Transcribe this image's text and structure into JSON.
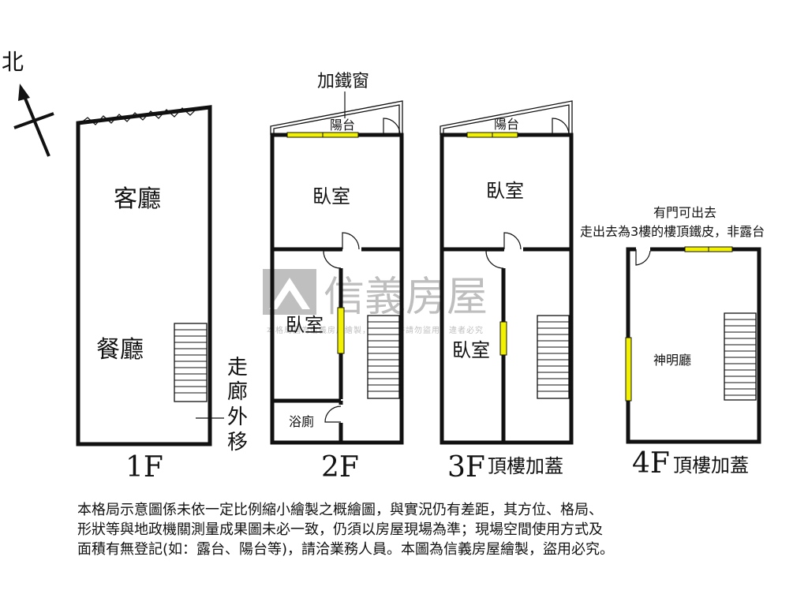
{
  "compass": {
    "north": "北"
  },
  "watermark": {
    "brand": "信義房屋",
    "notice": "本格局圖為信義房屋繪製，未經允許請勿盜用，違者必究"
  },
  "floors": {
    "f1": {
      "label": "1F",
      "rooms": {
        "living": "客廳",
        "dining": "餐廳"
      },
      "corridor_note": [
        "走",
        "廊",
        "外",
        "移"
      ]
    },
    "f2": {
      "label": "2F",
      "iron_window": "加鐵窗",
      "rooms": {
        "balcony": "陽台",
        "bedroom1": "臥室",
        "bedroom2": "臥室",
        "bath": "浴廁"
      }
    },
    "f3": {
      "label": "3F",
      "suffix": "頂樓加蓋",
      "rooms": {
        "balcony": "陽台",
        "bedroom1": "臥室",
        "bedroom2": "臥室"
      }
    },
    "f4": {
      "label": "4F",
      "suffix": "頂樓加蓋",
      "note1": "有門可出去",
      "note2": "走出去為3樓的樓頂鐵皮，非露台",
      "rooms": {
        "shrine": "神明廳"
      }
    }
  },
  "disclaimer": [
    "本格局示意圖係未依一定比例縮小繪製之概繪圖，與實況仍有差距，其方位、格局、",
    "形狀等與地政機關測量成果圖未必一致，仍須以房屋現場為準；現場空間使用方式及",
    "面積有無登記(如：露台、陽台等)，請洽業務人員。本圖為信義房屋繪製，盜用必究。"
  ],
  "colors": {
    "wall": "#111111",
    "window": "#f2f200",
    "watermark": "#9a9a9a"
  }
}
